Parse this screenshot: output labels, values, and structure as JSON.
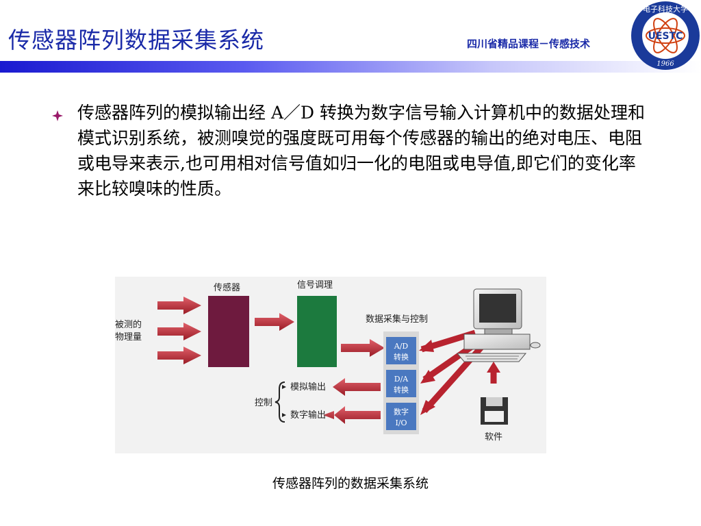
{
  "header": {
    "title": "传感器阵列数据采集系统",
    "course": "四川省精品课程－传感技术",
    "logo": {
      "top_text": "电子科技大学",
      "center_text": "UESTC",
      "year": "1966"
    }
  },
  "body": {
    "paragraph": "传感器阵列的模拟输出经 A／D 转换为数字信号输入计算机中的数据处理和模式识别系统，被测嗅觉的强度既可用每个传感器的输出的绝对电压、电阻或电导来表示,也可用相对信号值如归一化的电阻或电导值,即它们的变化率来比较嗅味的性质。"
  },
  "diagram": {
    "measured_label_1": "被测的",
    "measured_label_2": "物理量",
    "sensor_label": "传感器",
    "conditioning_label": "信号调理",
    "daq_label": "数据采集与控制",
    "ad_1": "A/D",
    "ad_2": "转换",
    "da_1": "D/A",
    "da_2": "转换",
    "dio_1": "数字",
    "dio_2": "I/O",
    "control_label": "控制",
    "analog_out": "模拟输出",
    "digital_out": "数字输出",
    "software_label": "软件"
  },
  "caption": "传感器阵列的数据采集系统",
  "colors": {
    "title": "#1a2aa8",
    "sensor": "#6e1a3e",
    "conditioning": "#1c7a3e",
    "module": "#4a78c0",
    "arrow": "#b8232f"
  }
}
